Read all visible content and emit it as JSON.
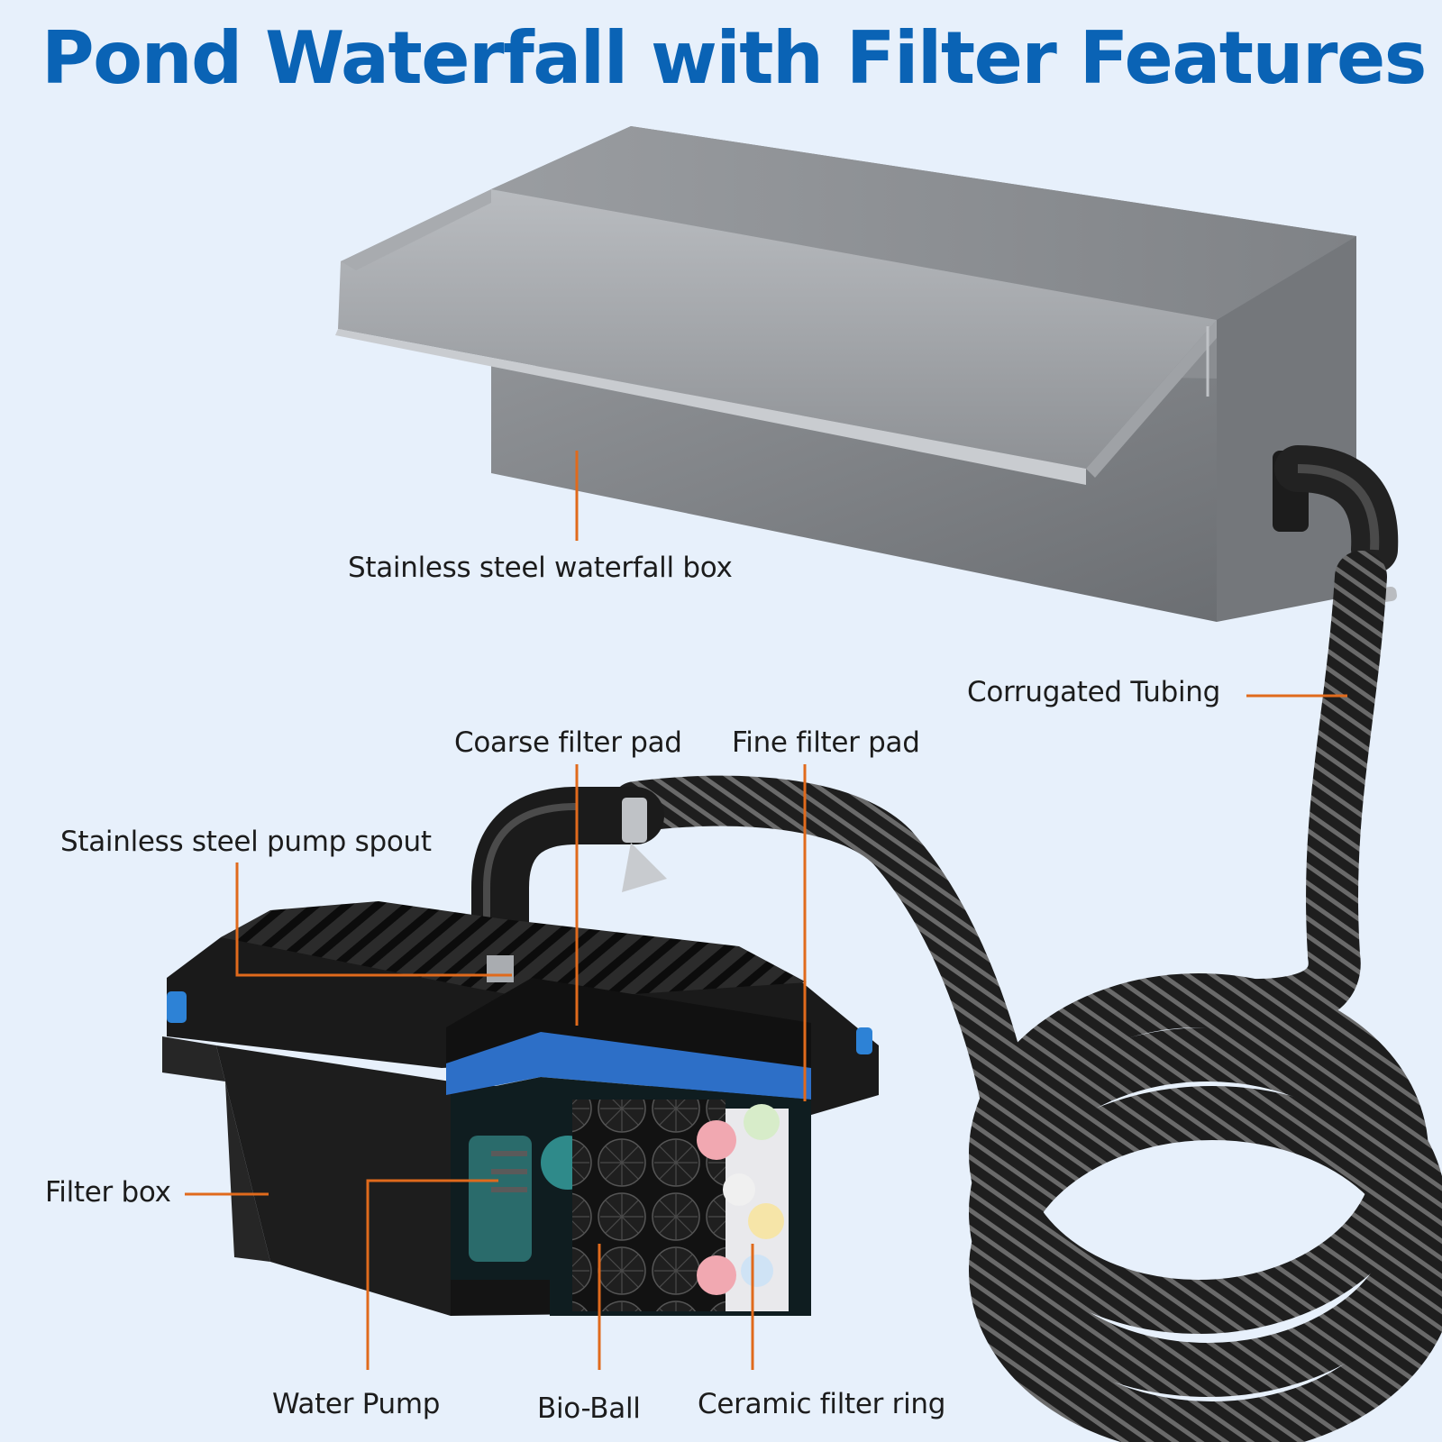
{
  "title": "Pond Waterfall with Filter Features",
  "accent_color": "#0a63b5",
  "leader_color": "#e06a1c",
  "labels": {
    "waterfall_box": "Stainless steel waterfall box",
    "corrugated_tubing": "Corrugated Tubing",
    "coarse_filter_pad": "Coarse filter pad",
    "fine_filter_pad": "Fine filter pad",
    "pump_spout": "Stainless steel pump spout",
    "filter_box": "Filter box",
    "water_pump": "Water Pump",
    "bio_ball": "Bio-Ball",
    "ceramic_filter_ring": "Ceramic filter ring"
  }
}
